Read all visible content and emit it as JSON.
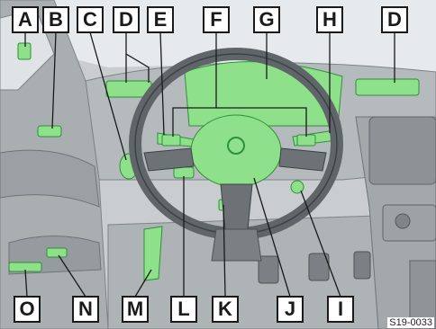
{
  "labels": {
    "top": [
      "A",
      "B",
      "C",
      "D",
      "E",
      "F",
      "G",
      "H",
      "D"
    ],
    "bottom": [
      "O",
      "N",
      "M",
      "L",
      "K",
      "J",
      "I"
    ]
  },
  "reference": "S19-0033",
  "colors": {
    "highlight": "#8ee08a",
    "highlight_stroke": "#2f8f3a",
    "interior": "#b9bec1",
    "interior_dark": "#7d8488",
    "line": "#1a1a1a"
  }
}
